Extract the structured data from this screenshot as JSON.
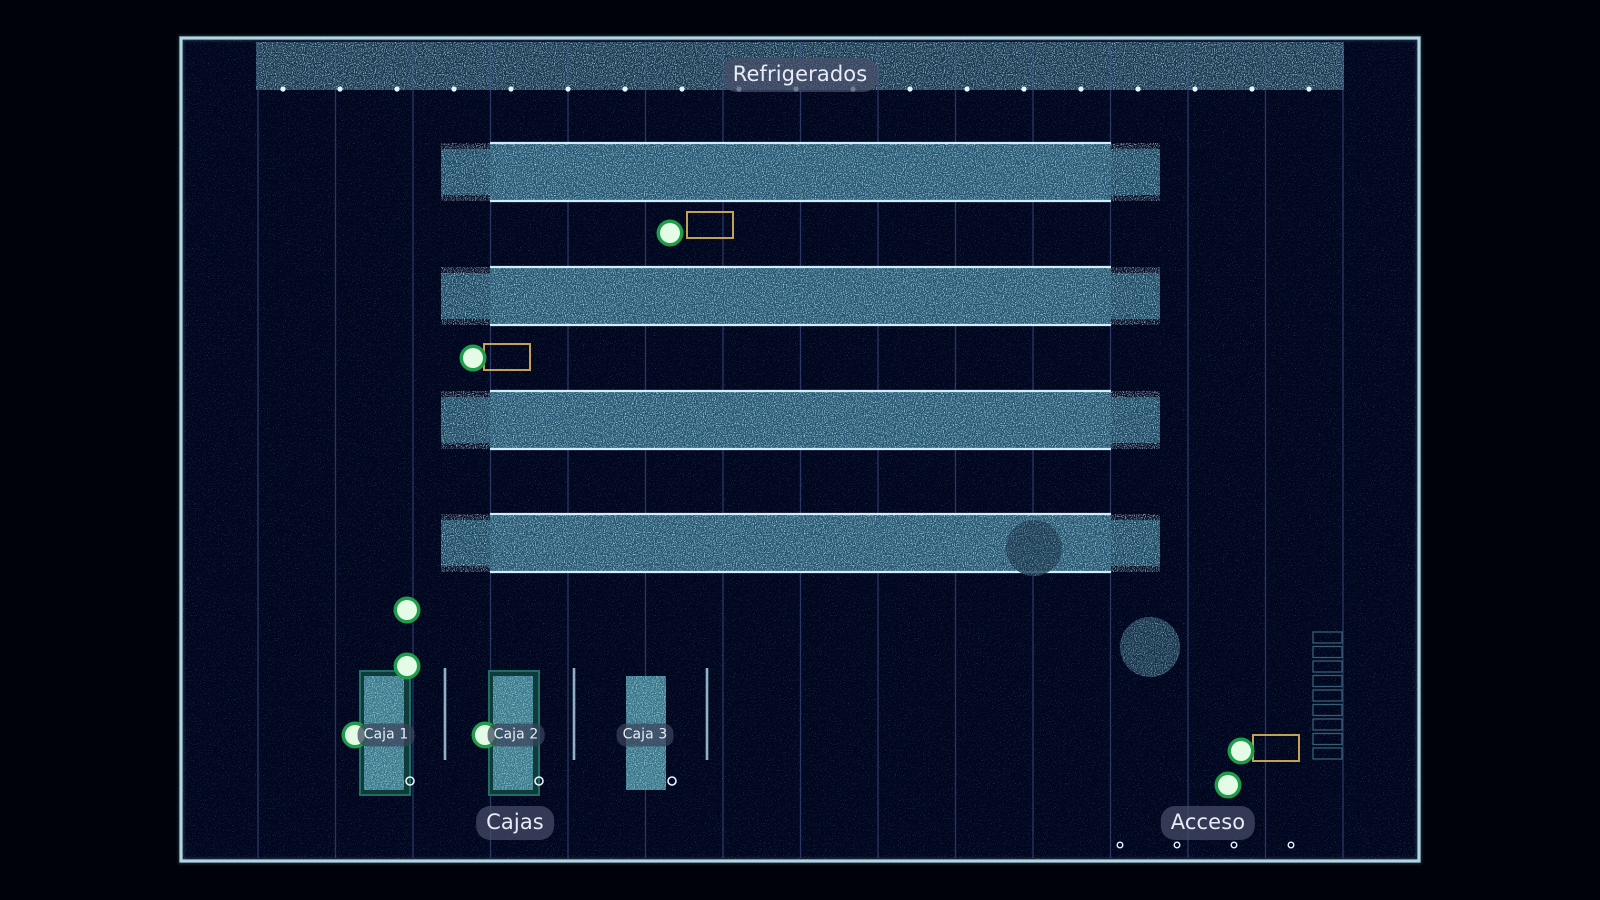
{
  "zones": {
    "refrigerados": "Refrigerados",
    "cajas": "Cajas",
    "acceso": "Acceso"
  },
  "checkouts": [
    {
      "label": "Caja 1",
      "active": true
    },
    {
      "label": "Caja 2",
      "active": true
    },
    {
      "label": "Caja 3",
      "active": false
    }
  ],
  "colors": {
    "background": "#000209",
    "floor": "#020720",
    "wall_particles": "#b8e4f5",
    "shelf_particles": "#8ccbe6",
    "grid_line": "#4a5a9a",
    "shopper": "#e4fbe6",
    "shopper_ring": "#1f9d4a",
    "cart": "#d8b25a",
    "active_checkout": "#1f6e66",
    "label_bg": "#464e68",
    "label_text": "#e8ecf6"
  }
}
